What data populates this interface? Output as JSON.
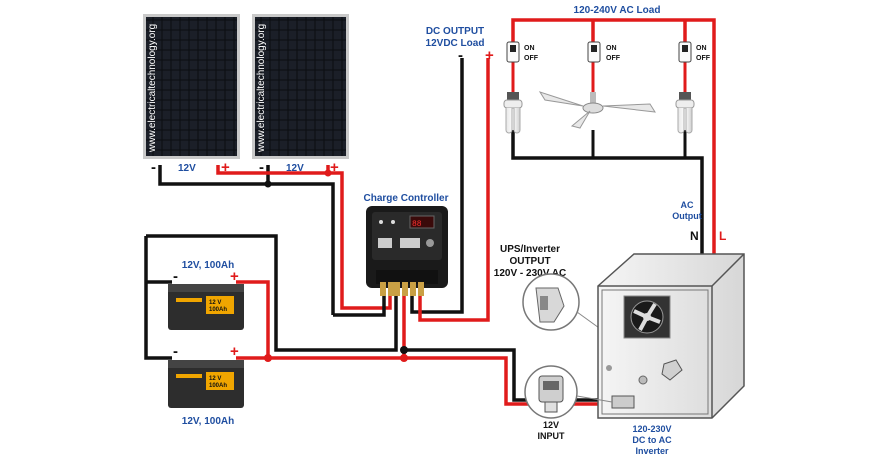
{
  "panels": {
    "watermark": "www.electricaltechnology.org",
    "panel1_voltage": "12V",
    "panel2_voltage": "12V",
    "minus": "-",
    "plus": "+"
  },
  "dc_output": {
    "title_line1": "DC OUTPUT",
    "title_line2": "12VDC Load"
  },
  "ac_load": {
    "title": "120-240V AC Load",
    "switch_on": "ON",
    "switch_off": "OFF"
  },
  "charge_controller": {
    "title": "Charge Controller"
  },
  "batteries": {
    "battery1_label": "12V, 100Ah",
    "battery2_label": "12V, 100Ah",
    "case_line1": "12 V",
    "case_line2": "100Ah"
  },
  "ups_output": {
    "line1": "UPS/Inverter",
    "line2": "OUTPUT",
    "line3": "120V - 230V AC"
  },
  "ac_output": {
    "line1": "AC",
    "line2": "Output",
    "neutral": "N",
    "live": "L"
  },
  "input_12v": {
    "line1": "12V",
    "line2": "INPUT"
  },
  "inverter": {
    "line1": "120-230V",
    "line2": "DC to AC",
    "line3": "Inverter"
  },
  "colors": {
    "positive_wire": "#e01b1b",
    "negative_wire": "#111111",
    "label_blue": "#1f4ea0"
  }
}
